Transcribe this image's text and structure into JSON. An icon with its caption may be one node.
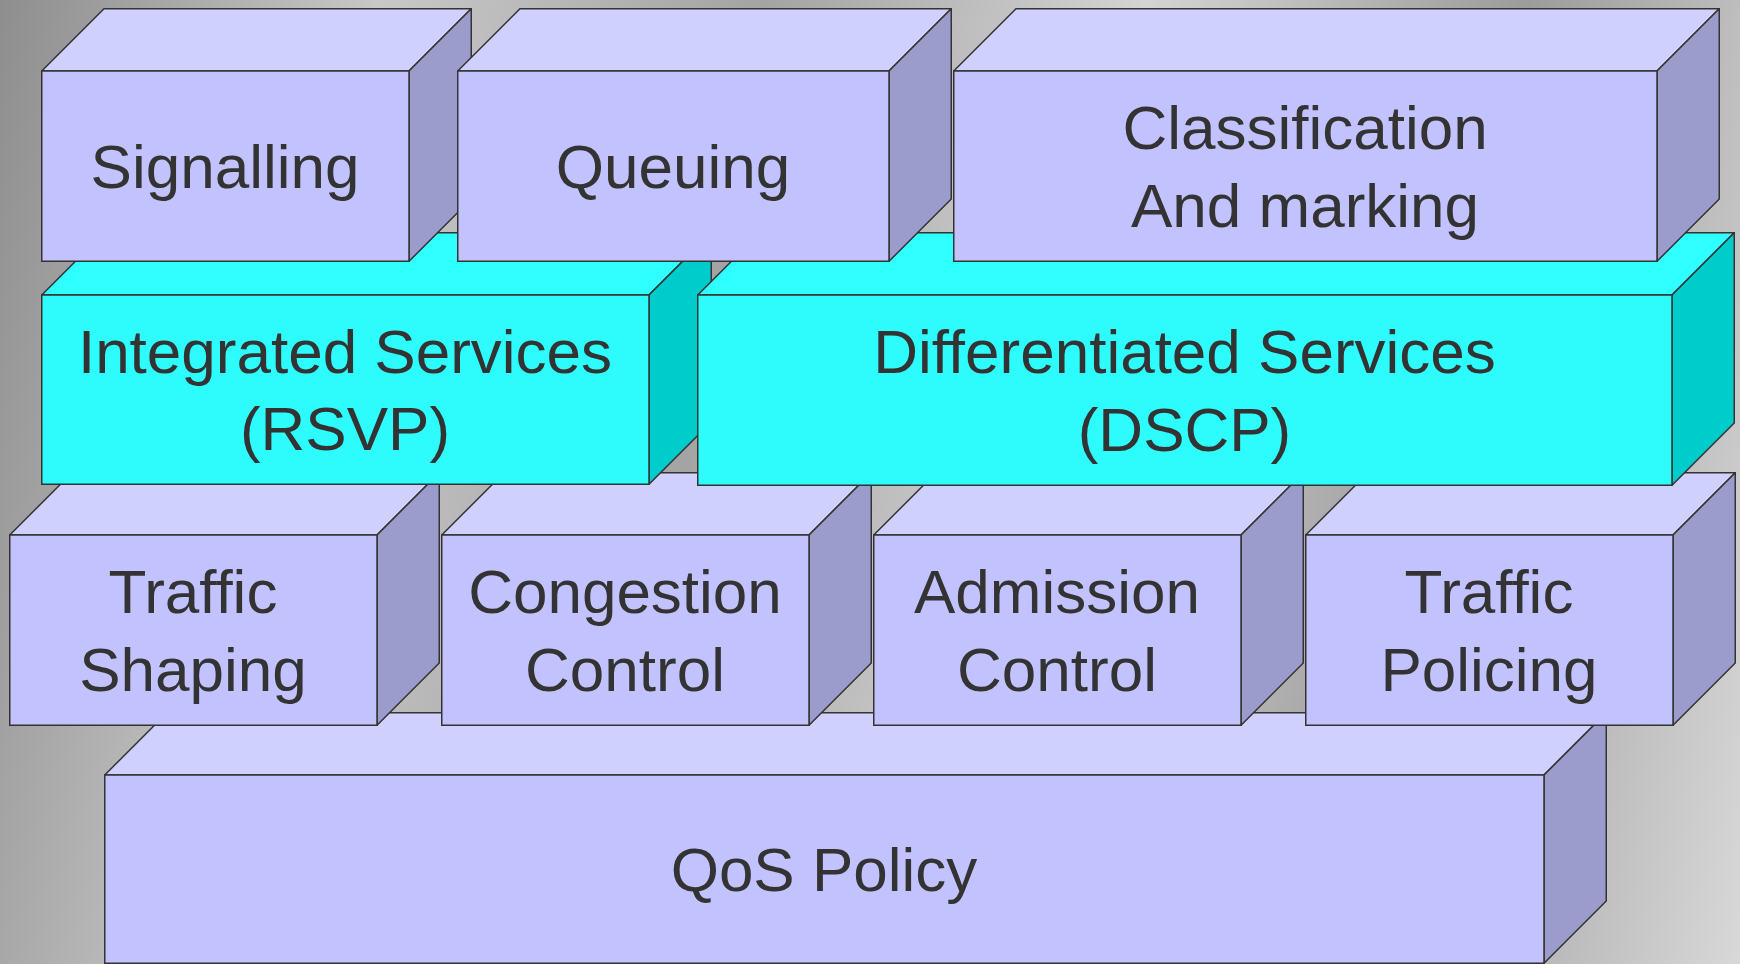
{
  "diagram": {
    "nodes": [
      {
        "text": [
          "Signalling"
        ]
      },
      {
        "text": [
          "Queuing"
        ]
      },
      {
        "text": [
          "Classification And marking"
        ]
      },
      {
        "text": [
          "Integrated Services (RSVP)"
        ]
      },
      {
        "text": [
          "Differentiated Services (DSCP)"
        ]
      },
      {
        "text": [
          "Traffic Shaping"
        ]
      },
      {
        "text": [
          "Congestion Control"
        ]
      },
      {
        "text": [
          "Admission Control"
        ]
      },
      {
        "text": [
          "Traffic Policing"
        ]
      },
      {
        "text": [
          "QoS Policy"
        ]
      }
    ]
  }
}
